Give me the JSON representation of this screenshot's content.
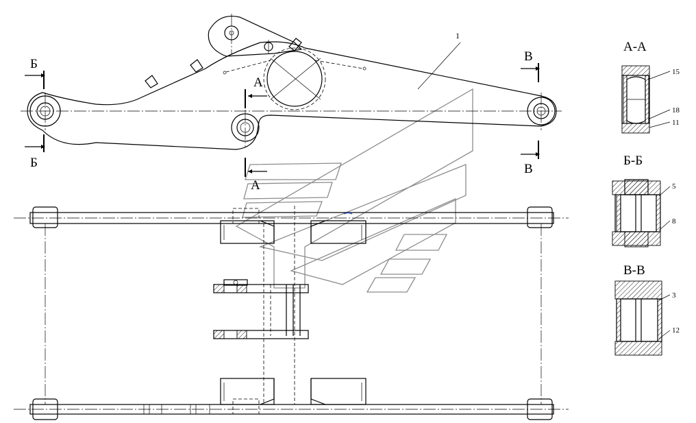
{
  "drawing": {
    "callouts": {
      "part_1": "1",
      "part_15": "15",
      "part_18": "18",
      "part_11": "11",
      "part_5": "5",
      "part_8": "8",
      "part_3": "3",
      "part_12": "12"
    },
    "section_marks": {
      "a": "А",
      "b": "Б",
      "v": "В"
    },
    "section_titles": {
      "aa": "А-А",
      "bb": "Б-Б",
      "vv": "В-В"
    }
  },
  "colors": {
    "line": "#000000",
    "watermark": "#8c8c8c",
    "accent": "#1a3fc4"
  },
  "watermark_icon": "stylized-wing-logo"
}
